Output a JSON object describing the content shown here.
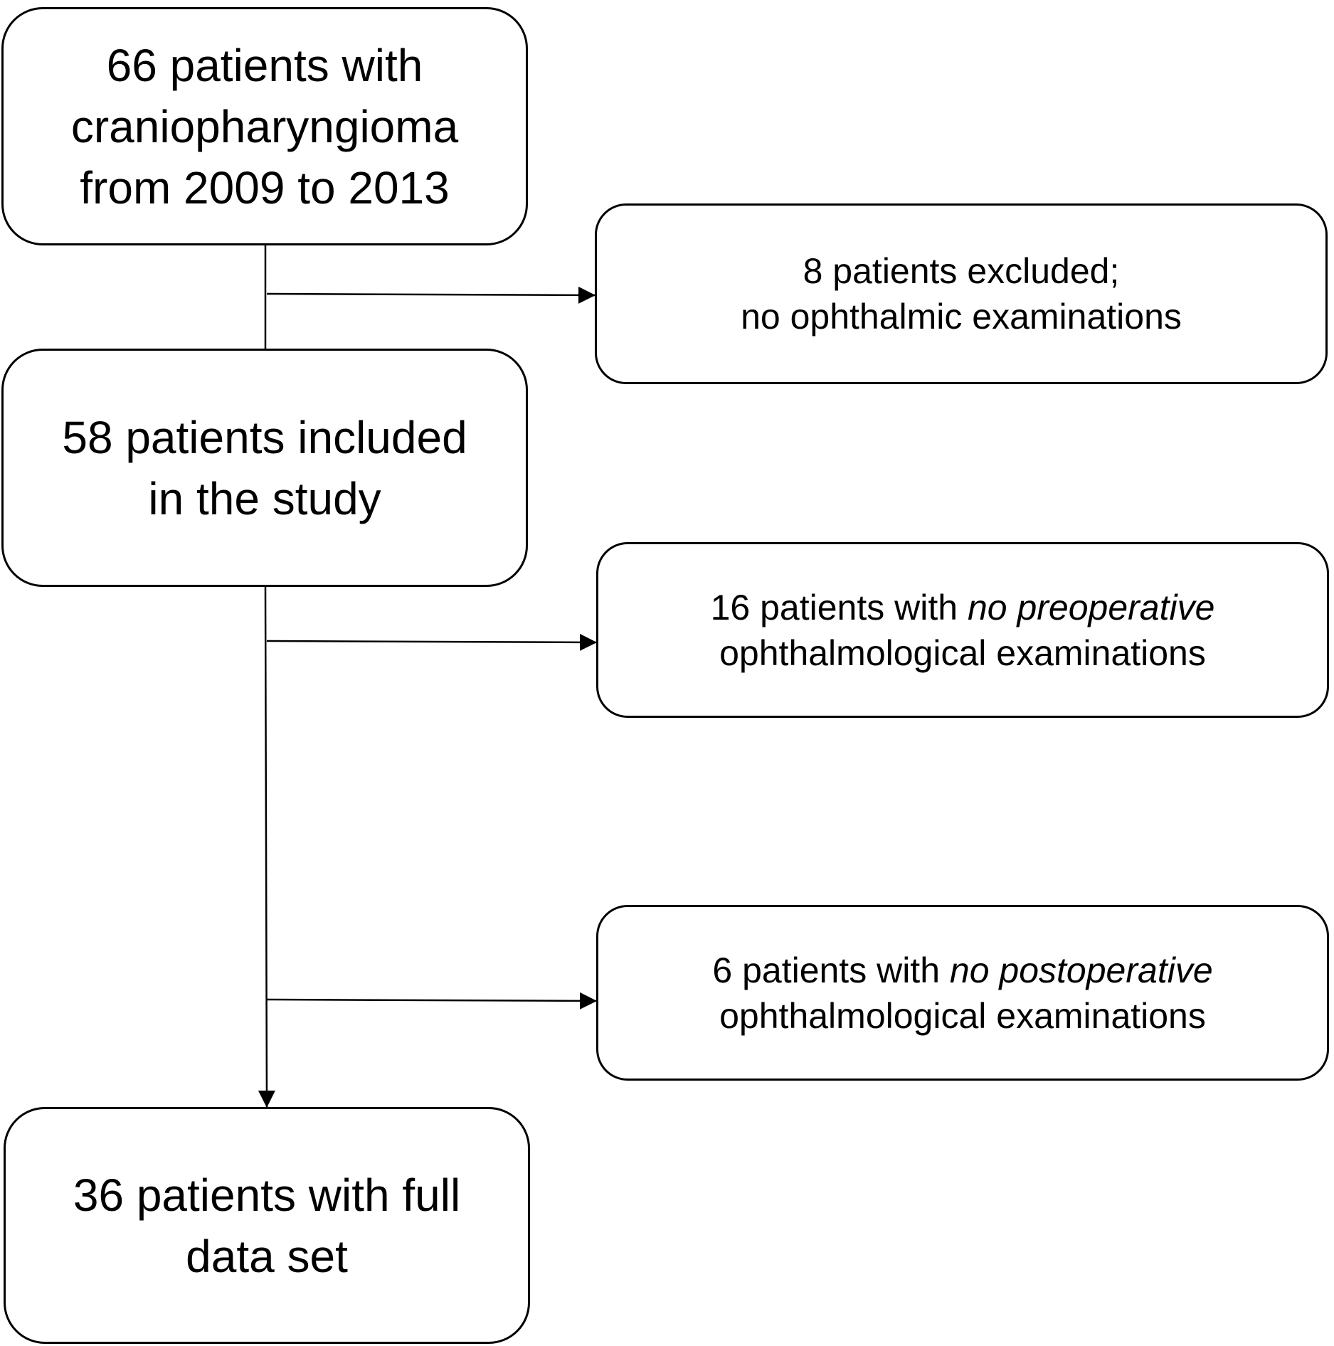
{
  "flowchart": {
    "start_box": {
      "lines": [
        "66 patients with",
        "craniopharyngioma",
        "from 2009 to 2013"
      ]
    },
    "included_box": {
      "lines": [
        "58 patients included",
        "in the study"
      ]
    },
    "final_box": {
      "lines": [
        "36 patients with full",
        "data set"
      ]
    },
    "exclusion_1": {
      "line1": "8 patients excluded;",
      "line2": "no ophthalmic examinations"
    },
    "exclusion_2": {
      "line1_prefix": "16 patients with",
      "line1_italic": "no preoperative",
      "line2": "ophthalmological examinations"
    },
    "exclusion_3": {
      "line1_prefix": "6 patients with",
      "line1_italic": "no postoperative",
      "line2": "ophthalmological examinations"
    }
  },
  "colors": {
    "stroke": "#000000",
    "background": "#ffffff"
  }
}
